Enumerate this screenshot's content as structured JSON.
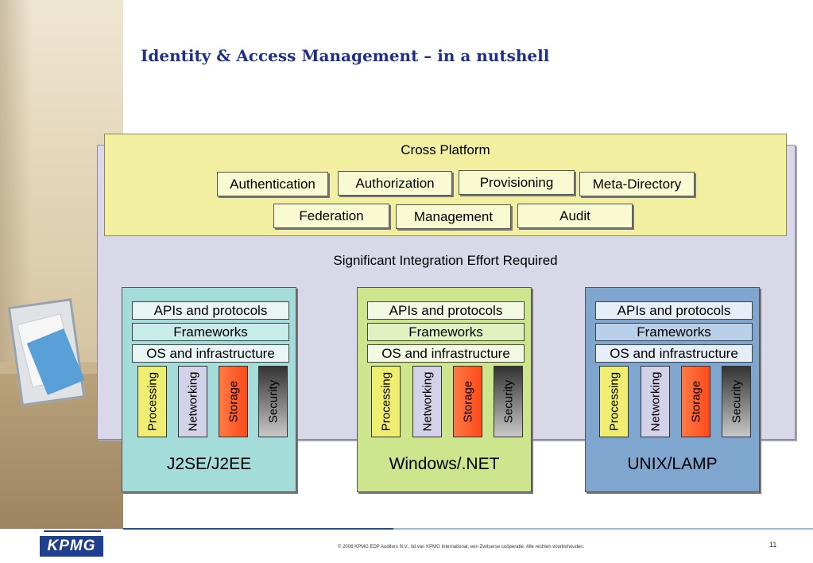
{
  "title": "Identity & Access Management – in a nutshell",
  "cross_platform": {
    "title": "Cross Platform",
    "row1": [
      "Authentication",
      "Authorization",
      "Provisioning",
      "Meta-Directory"
    ],
    "row2": [
      "Federation",
      "Management",
      "Audit"
    ]
  },
  "integration_note": "Significant Integration Effort Required",
  "platforms": [
    {
      "name": "J2SE/J2EE",
      "layers": [
        "APIs and protocols",
        "Frameworks",
        "OS and infrastructure"
      ],
      "components": [
        "Processing",
        "Networking",
        "Storage",
        "Security"
      ]
    },
    {
      "name": "Windows/.NET",
      "layers": [
        "APIs and protocols",
        "Frameworks",
        "OS and infrastructure"
      ],
      "components": [
        "Processing",
        "Networking",
        "Storage",
        "Security"
      ]
    },
    {
      "name": "UNIX/LAMP",
      "layers": [
        "APIs and protocols",
        "Frameworks",
        "OS and infrastructure"
      ],
      "components": [
        "Processing",
        "Networking",
        "Storage",
        "Security"
      ]
    }
  ],
  "footer": {
    "logo": "KPMG",
    "copyright": "© 2006 KPMG EDP Auditors N.V., lid van KPMG International, een Zwitserse coöperatie. Alle rechten voorbehouden.",
    "page_number": "11"
  },
  "colors": {
    "title": "#1e2f8c",
    "cross_platform_bg": "#f2f0a0",
    "outer_bg": "#d9d8e8",
    "j2ee_bg": "#a3dcd8",
    "dotnet_bg": "#cde68e",
    "unix_bg": "#7ea6cf",
    "processing": "#f0ee70",
    "networking": "#d3d2e8",
    "storage": "#ff5a28",
    "security": "#444444"
  }
}
